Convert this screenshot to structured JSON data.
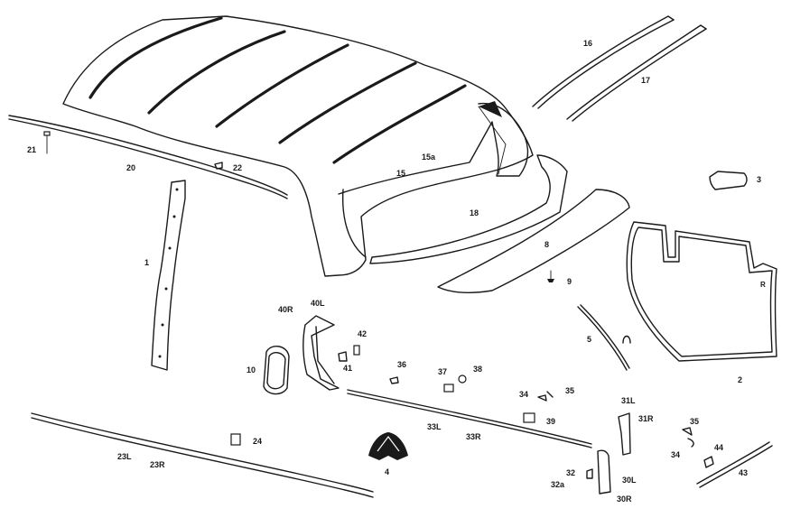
{
  "labels": {
    "l1": "1",
    "l2": "2",
    "l3": "3",
    "l4": "4",
    "l5": "5",
    "l8": "8",
    "l9": "9",
    "l10": "10",
    "l15": "15",
    "l15a": "15a",
    "l16": "16",
    "l17": "17",
    "l18": "18",
    "l20": "20",
    "l21": "21",
    "l22": "22",
    "l23L": "23L",
    "l23R": "23R",
    "l24": "24",
    "l30L": "30L",
    "l30R": "30R",
    "l31L": "31L",
    "l31R": "31R",
    "l32": "32",
    "l32a": "32a",
    "l33L": "33L",
    "l33R": "33R",
    "l34a": "34",
    "l34b": "34",
    "l35a": "35",
    "l35b": "35",
    "l36": "36",
    "l37": "37",
    "l38": "38",
    "l39": "39",
    "l40R": "40R",
    "l40L": "40L",
    "l41": "41",
    "l42": "42",
    "l43": "43",
    "l44": "44",
    "part2_mark": "R"
  }
}
